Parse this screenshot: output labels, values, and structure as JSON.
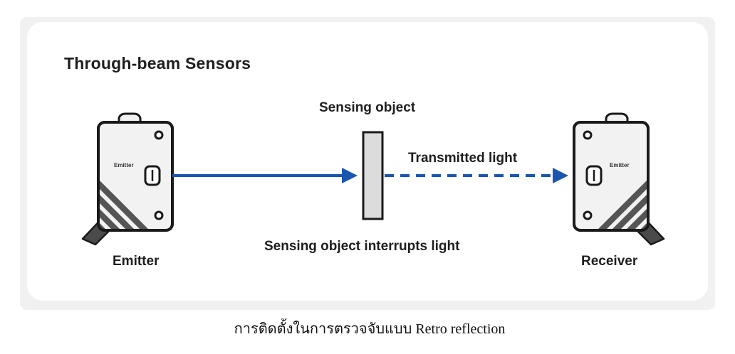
{
  "diagram": {
    "title": "Through-beam Sensors",
    "object_label": "Sensing object",
    "transmitted_label": "Transmitted light",
    "interrupt_label": "Sensing object interrupts light",
    "emitter_label": "Emitter",
    "receiver_label": "Receiver",
    "emitter_device_text": "Emitter",
    "receiver_device_text": "Emitter",
    "colors": {
      "beam": "#1a56b0",
      "device_fill": "#f2f2f2",
      "device_stroke": "#1a1a1a",
      "object_fill": "#dcdcdc",
      "cable": "#4a4a4a"
    }
  },
  "caption": "การติดตั้งในการตรวจจับแบบ Retro reflection"
}
